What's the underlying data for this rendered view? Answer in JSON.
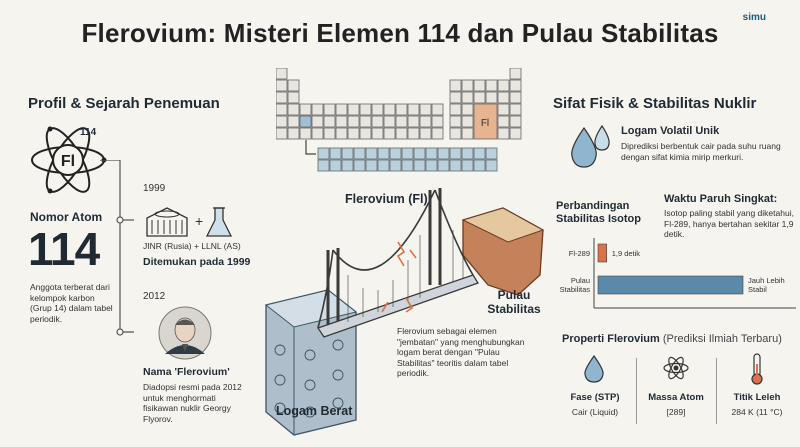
{
  "title": "Flerovium: Misteri Elemen 114 dan Pulau Stabilitas",
  "brand": "simu",
  "left": {
    "heading": "Profil & Sejarah Penemuan",
    "atom_symbol": "Fl",
    "atom_number_small": "114",
    "atomic_number_label": "Nomor Atom",
    "atomic_number": "114",
    "group_desc": "Anggota terberat dari kelompok karbon (Grup 14) dalam tabel periodik.",
    "year1": "1999",
    "labs": "JINR (Rusia) + LLNL (AS)",
    "discovered": "Ditemukan pada 1999",
    "year2": "2012",
    "name_title": "Nama 'Flerovium'",
    "name_desc": "Diadopsi resmi pada 2012 untuk menghormati fisikawan nuklir Georgy Flyorov."
  },
  "center": {
    "ptable_symbol": "Fl",
    "fl_label": "Flerovium (Fl)",
    "island_label": "Pulau Stabilitas",
    "heavy_label": "Logam Berat",
    "bridge_desc": "Flerovium sebagai elemen \"jembatan\" yang menghubungkan logam berat dengan \"Pulau Stabilitas\" teoritis dalam tabel periodik."
  },
  "right": {
    "heading": "Sifat Fisik & Stabilitas Nuklir",
    "volatile_title": "Logam Volatil Unik",
    "volatile_desc": "Diprediksi berbentuk cair pada suhu ruang dengan sifat kimia mirip merkuri.",
    "compare_title": "Perbandingan Stabilitas Isotop",
    "halflife_title": "Waktu Paruh Singkat:",
    "halflife_desc": "Isotop paling stabil yang diketahui, Fl-289, hanya bertahan sekitar 1,9 detik.",
    "props_title": "Properti Flerovium",
    "props_sub": "(Prediksi Ilmiah Terbaru)",
    "colors": {
      "fl289": "#d9714a",
      "island": "#5b89a8"
    }
  },
  "chart_data": {
    "type": "bar",
    "categories": [
      "Fl-289",
      "Pulau Stabilitas"
    ],
    "values": [
      0.06,
      1.0
    ],
    "data_labels": [
      "1,9 detik",
      "Jauh Lebih Stabil"
    ]
  },
  "props": [
    {
      "icon": "drop-icon",
      "label": "Fase (STP)",
      "value": "Cair (Liquid)"
    },
    {
      "icon": "atom-icon",
      "label": "Massa Atom",
      "value": "[289]"
    },
    {
      "icon": "thermometer-icon",
      "label": "Titik Leleh",
      "value": "284 K (11 °C)"
    }
  ]
}
